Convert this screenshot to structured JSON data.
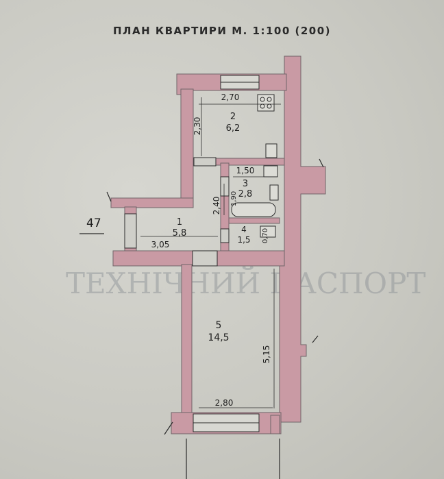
{
  "title": "ПЛАН КВАРТИРИ  М. 1:100  (200)",
  "side_mark": "47",
  "rooms": [
    {
      "number": "1",
      "area": "5,8"
    },
    {
      "number": "2",
      "area": "6,2"
    },
    {
      "number": "3",
      "area": "2,8"
    },
    {
      "number": "4",
      "area": "1,5"
    },
    {
      "number": "5",
      "area": "14,5"
    }
  ],
  "dimensions": {
    "kitchen_width": "2,70",
    "kitchen_depth": "2,30",
    "bath_width": "1,50",
    "bath_depth": "1,90",
    "hall_depth": "2,40",
    "hall_width": "3,05",
    "wc_width": "0,70",
    "room_width": "2,80",
    "room_depth": "5,15"
  },
  "background_text": [
    "ТЕХНІЧНИЙ ПАСПОРТ"
  ],
  "colors": {
    "wall": "#c99aa4",
    "wall_outline": "#6f6468",
    "line": "#2b2b2b",
    "paper": "#cfcfc9"
  }
}
